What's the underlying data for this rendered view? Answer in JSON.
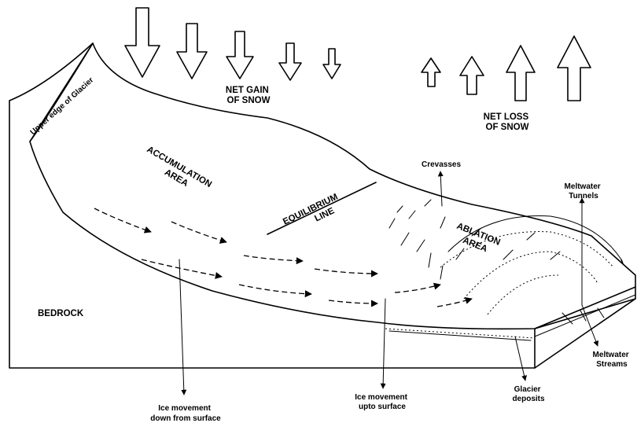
{
  "labels": {
    "upper_edge": "Upper edge of Glacier",
    "net_gain": [
      "NET GAIN",
      "OF SNOW"
    ],
    "net_loss": [
      "NET LOSS",
      "OF SNOW"
    ],
    "accumulation": [
      "ACCUMULATION",
      "AREA"
    ],
    "equilibrium": [
      "EQUILIBRIUM",
      "LINE"
    ],
    "ablation": [
      "ABLATION",
      "AREA"
    ],
    "crevasses": "Crevasses",
    "meltwater_tunnels": [
      "Meltwater",
      "Tunnels"
    ],
    "meltwater_streams": [
      "Meltwater",
      "Streams"
    ],
    "bedrock": "BEDROCK",
    "ice_down": [
      "Ice movement",
      "down from surface"
    ],
    "ice_up": [
      "Ice movement",
      "upto surface"
    ],
    "glacier_deposits": [
      "Glacier",
      "deposits"
    ]
  },
  "icons": {
    "down_arrows": "snowfall-down-arrow",
    "up_arrows": "melting-up-arrow",
    "flow_arrows": "ice-flow-arrow"
  }
}
